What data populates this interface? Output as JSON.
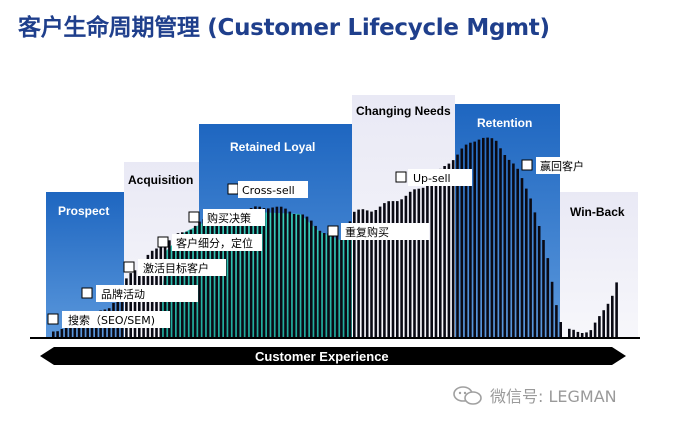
{
  "title": "客户生命周期管理 (Customer Lifecycle Mgmt)",
  "stages": [
    {
      "name": "Prospect",
      "color": "#2f74c6",
      "text_color": "#ffffff"
    },
    {
      "name": "Acquisition",
      "color": "#e6e6f2",
      "text_color": "#000000"
    },
    {
      "name": "Retained Loyal",
      "color": "#1d66bd",
      "text_color": "#ffffff"
    },
    {
      "name": "Changing Needs",
      "color": "#e6e6f2",
      "text_color": "#000000"
    },
    {
      "name": "Retention",
      "color": "#1d66bd",
      "text_color": "#ffffff"
    },
    {
      "name": "Win-Back",
      "color": "#e6e6f2",
      "text_color": "#000000"
    }
  ],
  "activities": [
    {
      "label": "搜索（SEO/SEM)"
    },
    {
      "label": "品牌活动"
    },
    {
      "label": "激活目标客户"
    },
    {
      "label": "客户细分，定位"
    },
    {
      "label": "购买决策"
    },
    {
      "label": "Cross-sell"
    },
    {
      "label": "重复购买"
    },
    {
      "label": "Up-sell"
    },
    {
      "label": "赢回客户"
    }
  ],
  "timeline_label": "Customer Experience",
  "watermark": "微信号: LEGMAN",
  "colors": {
    "title": "#1f3f8c",
    "bar": "#0a0a14",
    "teal": "#2bbfb0",
    "band": "#000000"
  }
}
